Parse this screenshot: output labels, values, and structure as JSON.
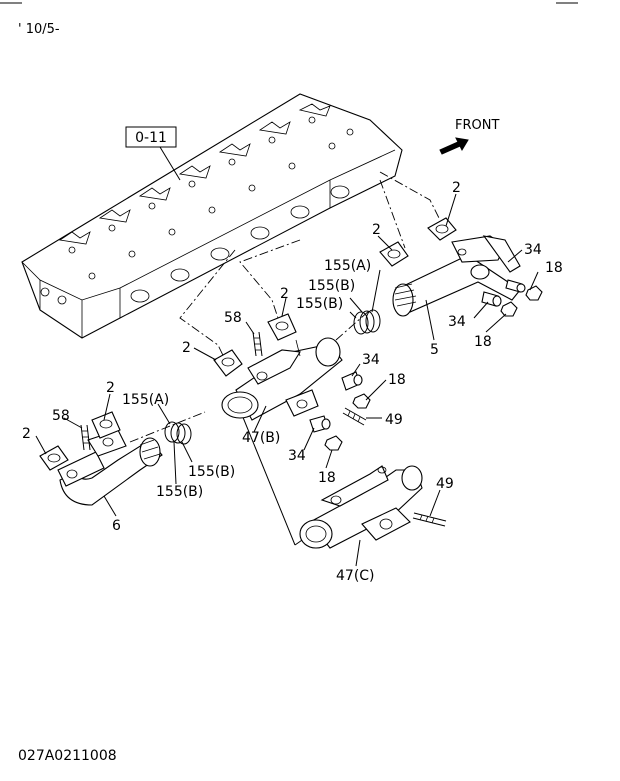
{
  "header": {
    "date": "' 10/5-"
  },
  "footer": {
    "code": "027A0211008"
  },
  "ref_box": "0-11",
  "front_label": "FRONT",
  "callouts": {
    "c2_a": "2",
    "c2_b": "2",
    "c2_c": "2",
    "c2_d": "2",
    "c2_e": "2",
    "c2_f": "2",
    "c34_a": "34",
    "c34_b": "34",
    "c34_c": "34",
    "c34_d": "34",
    "c18_a": "18",
    "c18_b": "18",
    "c18_c": "18",
    "c18_d": "18",
    "c5": "5",
    "c6": "6",
    "c58_a": "58",
    "c58_b": "58",
    "c49_a": "49",
    "c49_b": "49",
    "c47b": "47(B)",
    "c47c": "47(C)",
    "c155a_1": "155(A)",
    "c155b_1": "155(B)",
    "c155b_2": "155(B)",
    "c155a_2": "155(A)",
    "c155b_3": "155(B)",
    "c155b_4": "155(B)"
  }
}
